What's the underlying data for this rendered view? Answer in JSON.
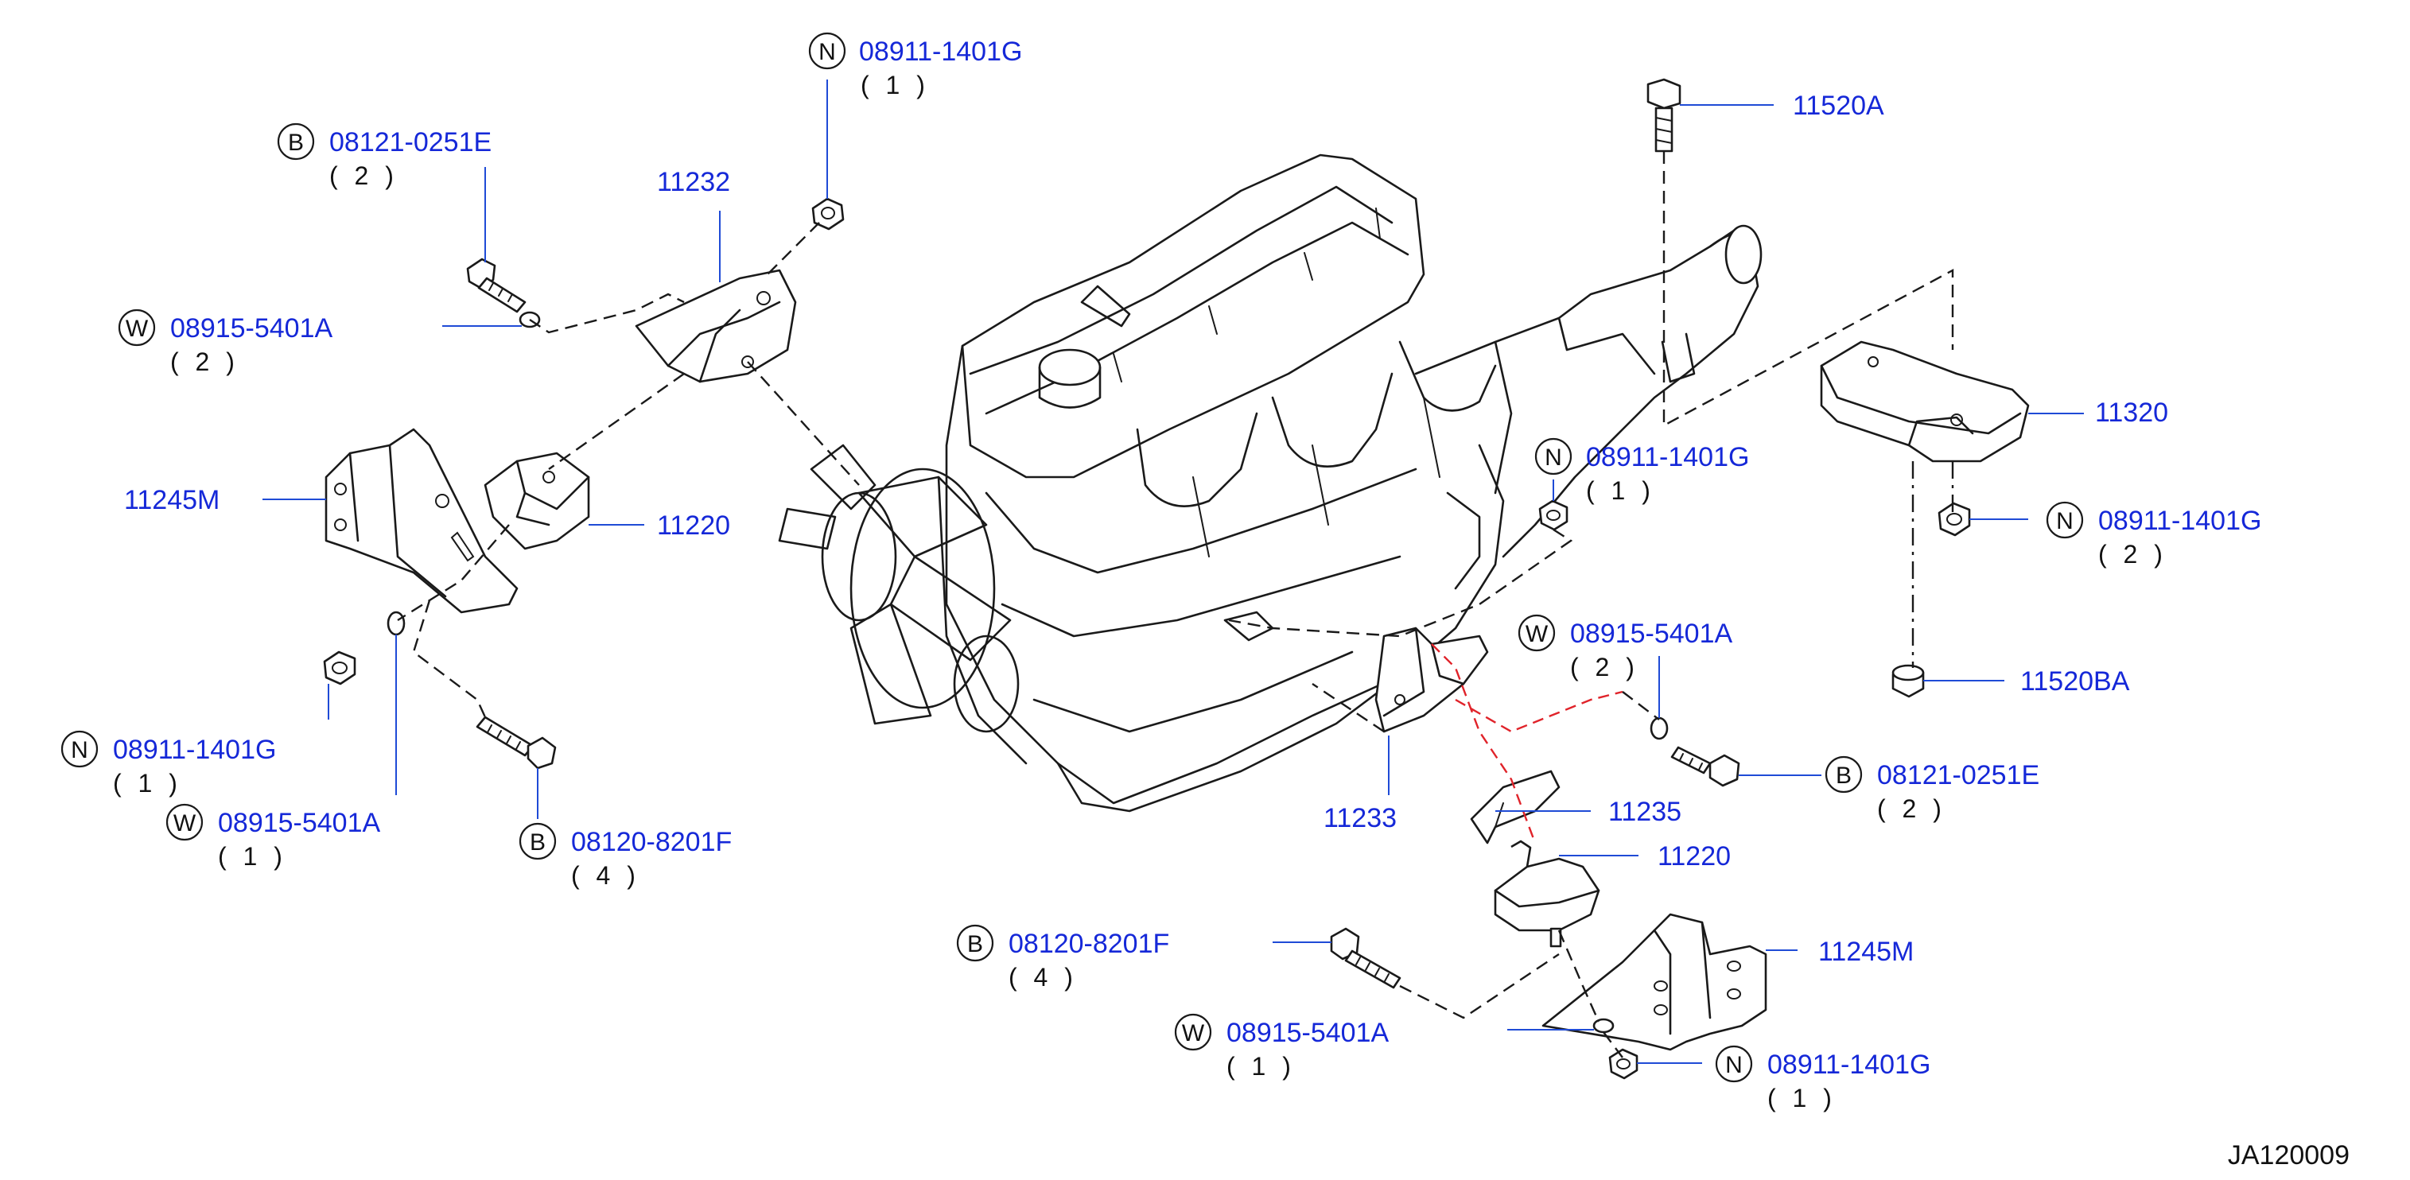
{
  "diagram_code": "JA120009",
  "callouts": [
    {
      "id": "n-top",
      "symbol": "N",
      "part": "08911-1401G",
      "qty": "( 1 )"
    },
    {
      "id": "b-topleft",
      "symbol": "B",
      "part": "08121-0251E",
      "qty": "( 2 )"
    },
    {
      "id": "w-topleft",
      "symbol": "W",
      "part": "08915-5401A",
      "qty": "( 2 )"
    },
    {
      "id": "p-11232",
      "symbol": "",
      "part": "11232",
      "qty": ""
    },
    {
      "id": "p-11245m-left",
      "symbol": "",
      "part": "11245M",
      "qty": ""
    },
    {
      "id": "p-11220-left",
      "symbol": "",
      "part": "11220",
      "qty": ""
    },
    {
      "id": "n-left",
      "symbol": "N",
      "part": "08911-1401G",
      "qty": "( 1 )"
    },
    {
      "id": "w-left",
      "symbol": "W",
      "part": "08915-5401A",
      "qty": "( 1 )"
    },
    {
      "id": "b-left",
      "symbol": "B",
      "part": "08120-8201F",
      "qty": "( 4 )"
    },
    {
      "id": "p-11520a",
      "symbol": "",
      "part": "11520A",
      "qty": ""
    },
    {
      "id": "p-11320",
      "symbol": "",
      "part": "11320",
      "qty": ""
    },
    {
      "id": "n-mid",
      "symbol": "N",
      "part": "08911-1401G",
      "qty": "( 1 )"
    },
    {
      "id": "n-right",
      "symbol": "N",
      "part": "08911-1401G",
      "qty": "( 2 )"
    },
    {
      "id": "p-11520ba",
      "symbol": "",
      "part": "11520BA",
      "qty": ""
    },
    {
      "id": "w-mid",
      "symbol": "W",
      "part": "08915-5401A",
      "qty": "( 2 )"
    },
    {
      "id": "b-right",
      "symbol": "B",
      "part": "08121-0251E",
      "qty": "( 2 )"
    },
    {
      "id": "p-11233",
      "symbol": "",
      "part": "11233",
      "qty": ""
    },
    {
      "id": "p-11235",
      "symbol": "",
      "part": "11235",
      "qty": ""
    },
    {
      "id": "p-11220-right",
      "symbol": "",
      "part": "11220",
      "qty": ""
    },
    {
      "id": "b-bottom",
      "symbol": "B",
      "part": "08120-8201F",
      "qty": "( 4 )"
    },
    {
      "id": "p-11245m-right",
      "symbol": "",
      "part": "11245M",
      "qty": ""
    },
    {
      "id": "w-bottom",
      "symbol": "W",
      "part": "08915-5401A",
      "qty": "( 1 )"
    },
    {
      "id": "n-bottom",
      "symbol": "N",
      "part": "08911-1401G",
      "qty": "( 1 )"
    }
  ]
}
